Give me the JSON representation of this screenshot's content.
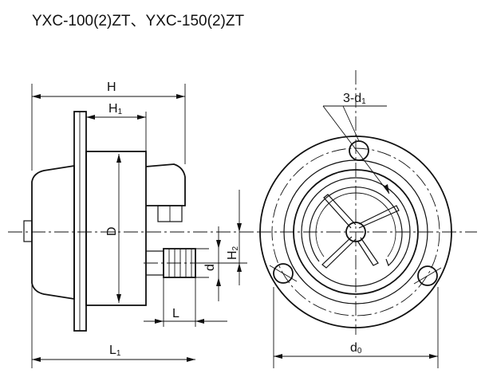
{
  "title": "YXC-100(2)ZT、YXC-150(2)ZT",
  "dimensions": {
    "H": {
      "main": "H",
      "sub": ""
    },
    "H1": {
      "main": "H",
      "sub": "1"
    },
    "D": {
      "main": "D",
      "sub": ""
    },
    "d": {
      "main": "d",
      "sub": ""
    },
    "H2": {
      "main": "H",
      "sub": "2"
    },
    "L": {
      "main": "L",
      "sub": ""
    },
    "L1": {
      "main": "L",
      "sub": "1"
    },
    "d1_count": {
      "main": "3-d",
      "sub": "1"
    },
    "d0": {
      "main": "d",
      "sub": "0"
    }
  }
}
